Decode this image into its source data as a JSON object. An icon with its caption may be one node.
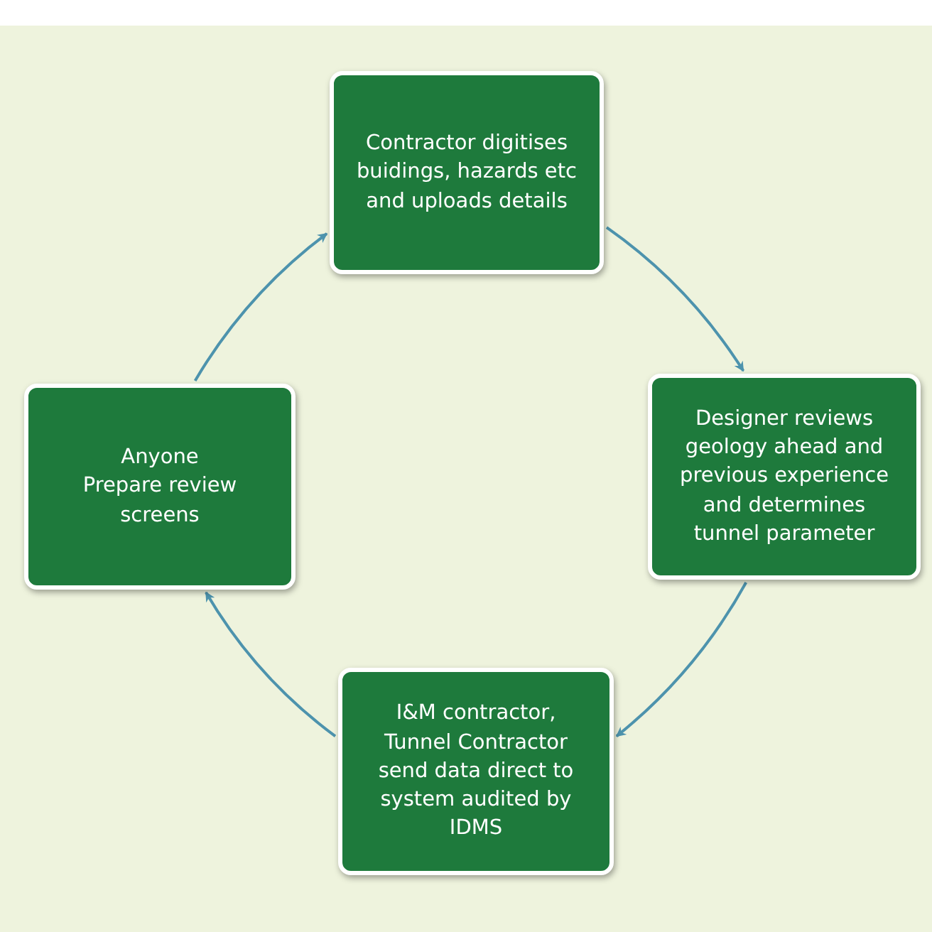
{
  "diagram": {
    "nodes": [
      {
        "text": [
          "Contractor digitises buidings, hazards etc and uploads details"
        ]
      },
      {
        "text": [
          "Designer reviews geology ahead and previous experience and determines tunnel parameter"
        ]
      },
      {
        "text": [
          "I&M contractor, Tunnel Contractor send data direct to system audited by IDMS"
        ]
      },
      {
        "text": [
          "Anyone",
          "Prepare review screens"
        ]
      }
    ],
    "edges": [
      {
        "from": 0,
        "to": 1,
        "arrow": "to"
      },
      {
        "from": 1,
        "to": 2,
        "arrow": "to"
      },
      {
        "from": 2,
        "to": 3,
        "arrow": "to"
      },
      {
        "from": 3,
        "to": 0,
        "arrow": "to"
      }
    ]
  }
}
